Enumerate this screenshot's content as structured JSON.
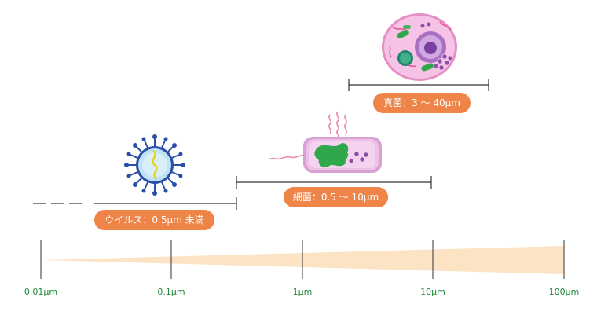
{
  "scale": {
    "ticks": [
      {
        "value": 0.01,
        "label": "0.01μm"
      },
      {
        "value": 0.1,
        "label": "0.1μm"
      },
      {
        "value": 1,
        "label": "1μm"
      },
      {
        "value": 10,
        "label": "10μm"
      },
      {
        "value": 100,
        "label": "100μm"
      }
    ],
    "wedge_color": "#fbe3c4",
    "label_color": "#1f8a3a"
  },
  "organisms": {
    "virus": {
      "label": "ウイルス：0.5μm 未満",
      "max_um": 0.5
    },
    "bacteria": {
      "label": "細菌：0.5 ～ 10μm",
      "min_um": 0.5,
      "max_um": 10
    },
    "fungus": {
      "label": "真菌：3 ～ 40μm",
      "min_um": 3,
      "max_um": 40
    }
  },
  "colors": {
    "pill": "#ee8448",
    "range_line": "#333333",
    "virus_body": "#bfe3f5",
    "virus_spikes": "#2a4fa8",
    "bacteria_body": "#e9b6e3",
    "fungus_body": "#f6c2e6"
  }
}
